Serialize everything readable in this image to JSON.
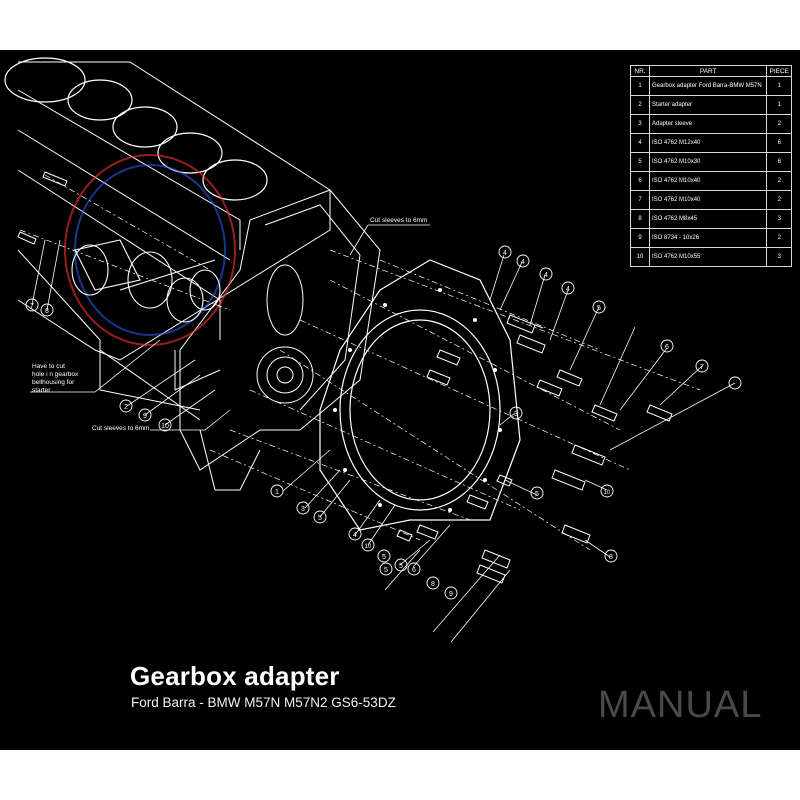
{
  "parts_table": {
    "headers": {
      "nr": "NR.",
      "part": "PART",
      "piece": "PIECE"
    },
    "rows": [
      {
        "nr": "1",
        "part": "Gearbox adapter Ford Barra-BMW M57N",
        "piece": "1"
      },
      {
        "nr": "2",
        "part": "Starter adapter",
        "piece": "1"
      },
      {
        "nr": "3",
        "part": "Adapter sleeve",
        "piece": "2"
      },
      {
        "nr": "4",
        "part": "ISO 4762 M12x40",
        "piece": "6"
      },
      {
        "nr": "5",
        "part": "ISO 4762 M10x30",
        "piece": "6"
      },
      {
        "nr": "6",
        "part": "ISO 4762 M10x40",
        "piece": "2"
      },
      {
        "nr": "7",
        "part": "ISO 4762 M10x40",
        "piece": "2"
      },
      {
        "nr": "8",
        "part": "ISO 4762 M8x45",
        "piece": "3"
      },
      {
        "nr": "9",
        "part": "ISO 8734 - 10x26",
        "piece": "2"
      },
      {
        "nr": "10",
        "part": "ISO 4762 M10x55",
        "piece": "3"
      }
    ]
  },
  "notes": {
    "cut_sleeves_top": "Cut sleeves to 6mm",
    "cut_sleeves_bottom": "Cut sleeves to 6mm",
    "cut_hole_lines": [
      "Have to cut",
      "hole i n gearbox",
      "bellhousing for",
      "starter"
    ]
  },
  "callouts": [
    "1",
    "2",
    "3",
    "3",
    "4",
    "4",
    "4",
    "4",
    "4",
    "5",
    "5",
    "5",
    "5",
    "5",
    "5",
    "6",
    "6",
    "7",
    "7",
    "8",
    "8",
    "8",
    "9",
    "9",
    "10",
    "10",
    "10"
  ],
  "title": "Gearbox adapter",
  "subtitle": "Ford Barra - BMW M57N M57N2 GS6-53DZ",
  "watermark": "MANUAL",
  "colors": {
    "background": "#000000",
    "lines": "#ffffff",
    "manual_text": "#4a4a4a"
  }
}
